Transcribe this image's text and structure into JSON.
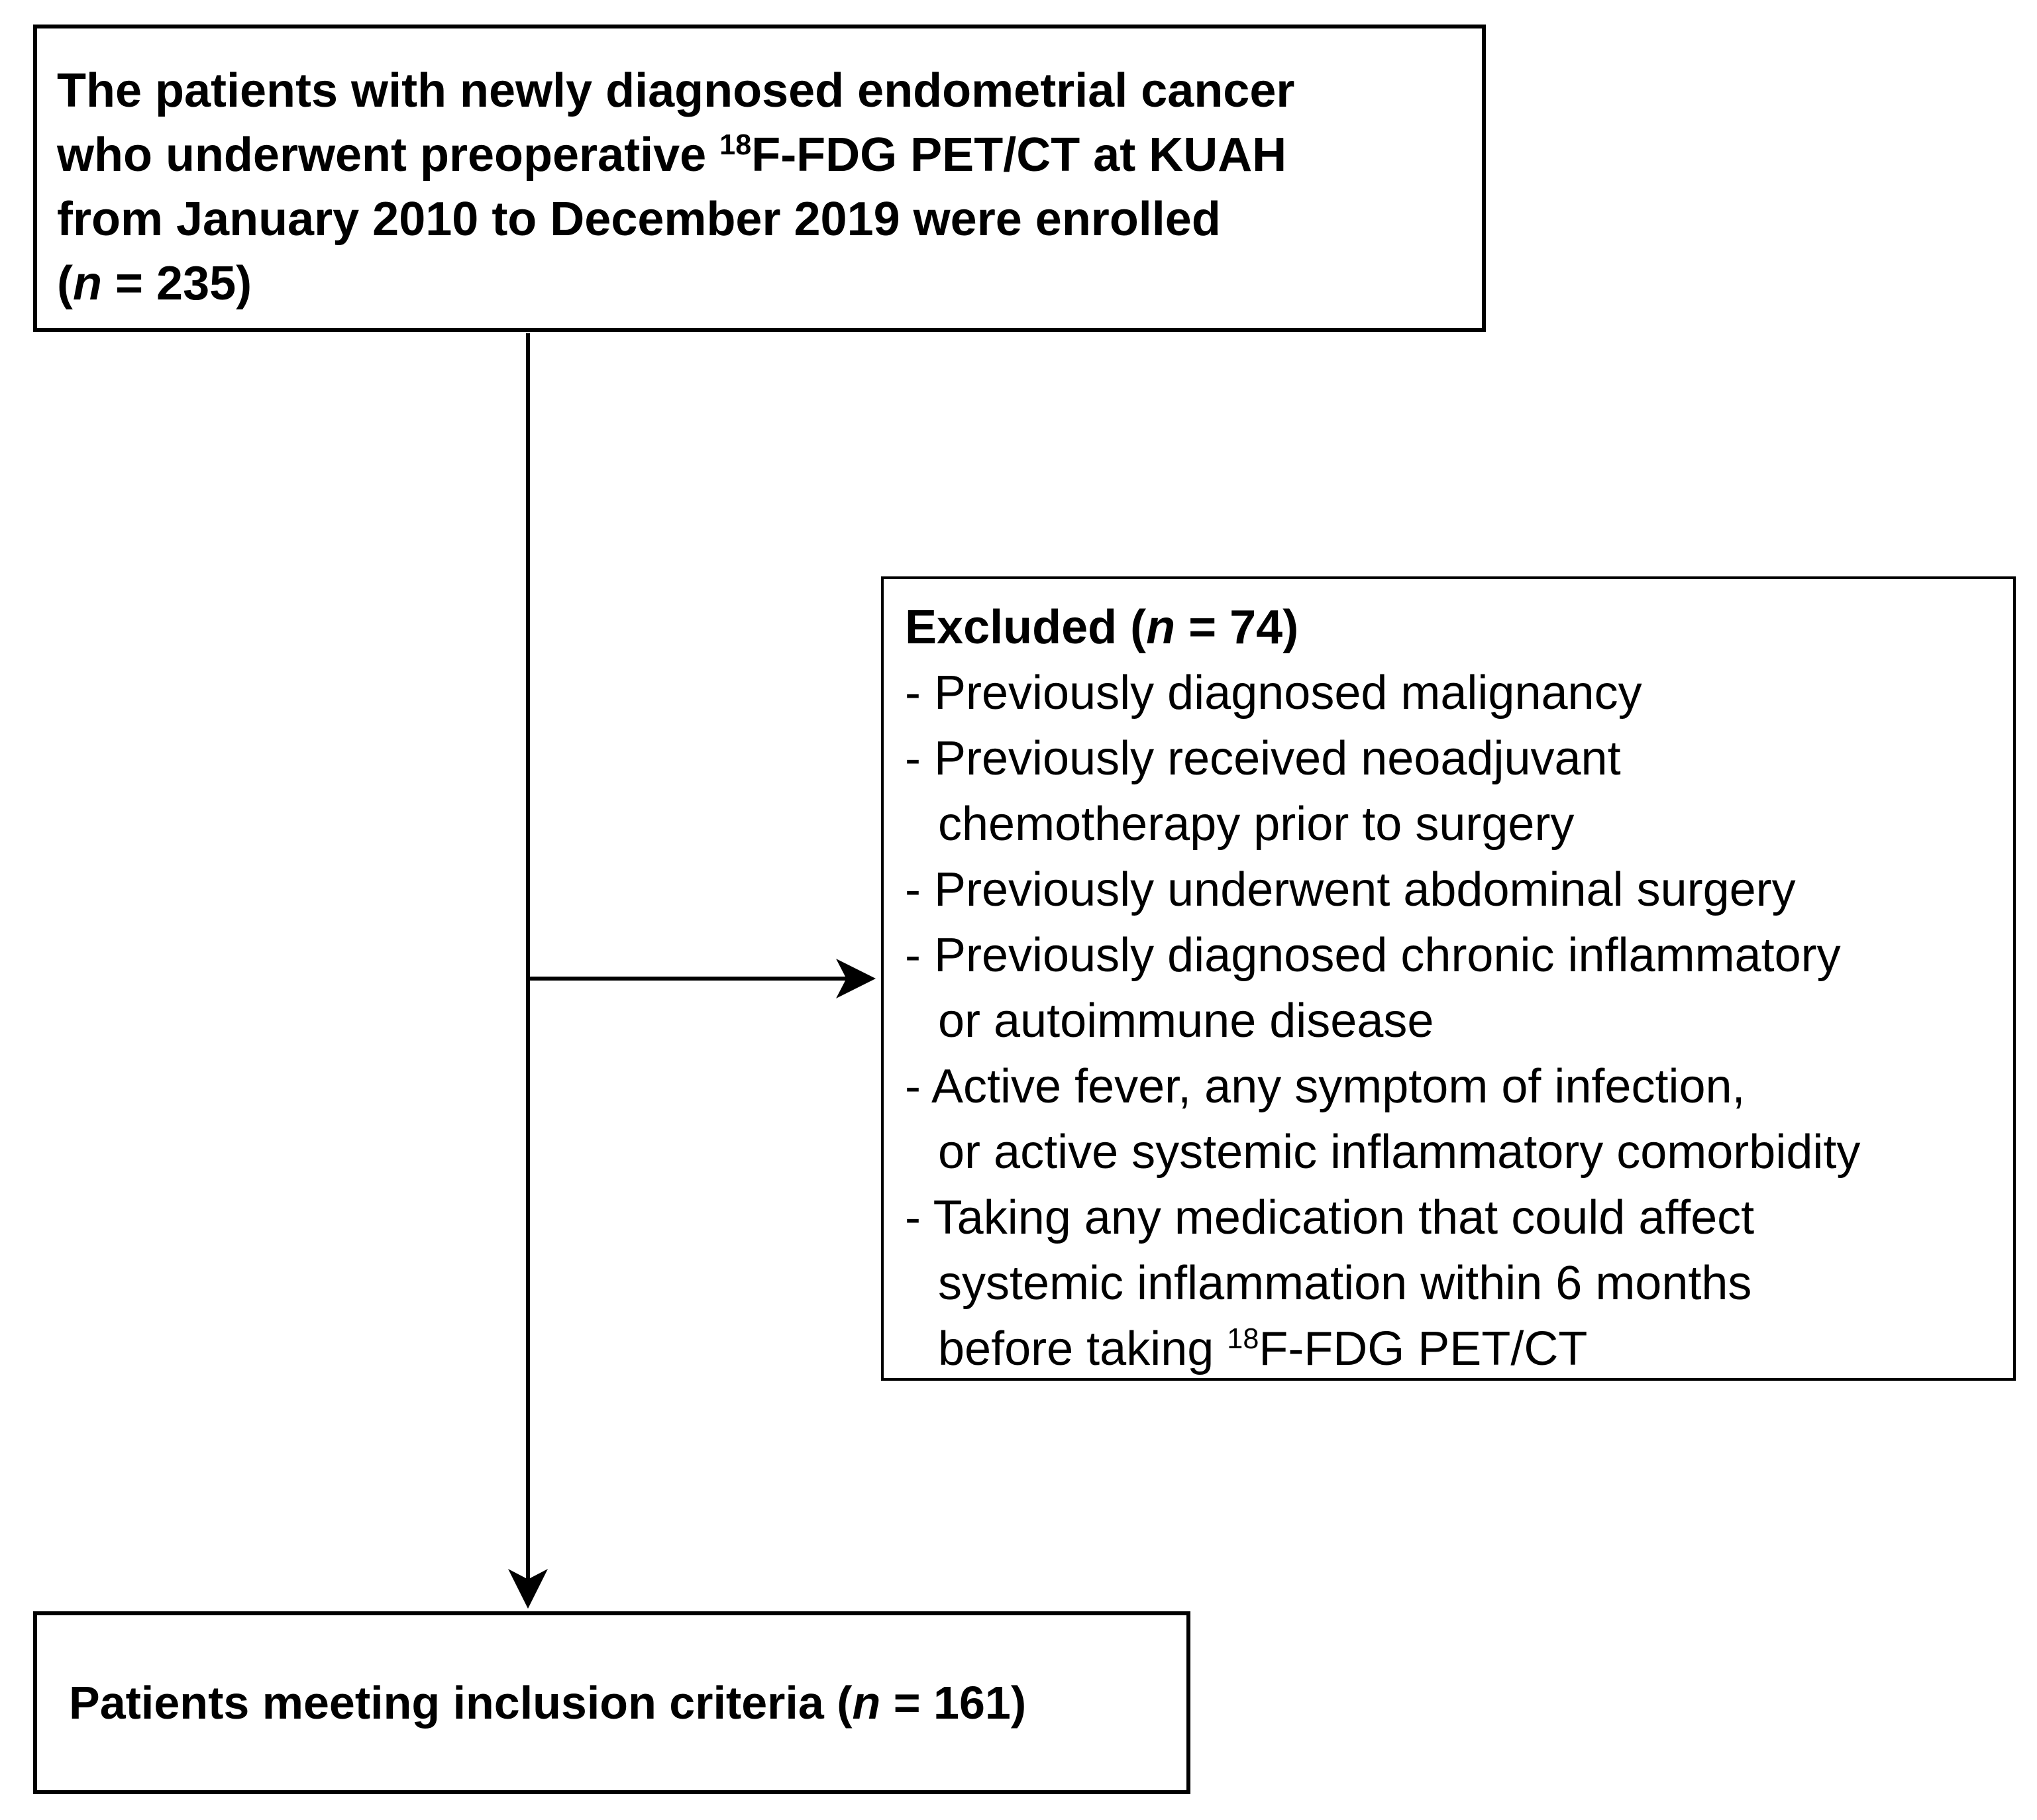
{
  "diagram": {
    "background": "#ffffff",
    "line_color": "#000000",
    "text_color": "#000000",
    "enrolled_box": {
      "lines": [
        {
          "segments": [
            {
              "t": "The patients with newly diagnosed endometrial cancer"
            }
          ]
        },
        {
          "segments": [
            {
              "t": "who underwent preoperative "
            },
            {
              "t": "18",
              "sup": true
            },
            {
              "t": "F-FDG PET/CT at KUAH"
            }
          ]
        },
        {
          "segments": [
            {
              "t": "from January 2010 to December 2019 were enrolled"
            }
          ]
        },
        {
          "segments": [
            {
              "t": "("
            },
            {
              "t": "n",
              "i": true
            },
            {
              "t": " = 235)"
            }
          ]
        }
      ]
    },
    "excluded_box": {
      "lines": [
        {
          "bold": true,
          "segments": [
            {
              "t": "Excluded ("
            },
            {
              "t": "n",
              "i": true
            },
            {
              "t": " = 74)"
            }
          ]
        },
        {
          "segments": [
            {
              "t": "- Previously diagnosed malignancy"
            }
          ]
        },
        {
          "segments": [
            {
              "t": "- Previously received neoadjuvant"
            }
          ]
        },
        {
          "indent": true,
          "segments": [
            {
              "t": "chemotherapy prior to surgery"
            }
          ]
        },
        {
          "segments": [
            {
              "t": "- Previously underwent abdominal surgery"
            }
          ]
        },
        {
          "segments": [
            {
              "t": "- Previously diagnosed chronic inflammatory"
            }
          ]
        },
        {
          "indent": true,
          "segments": [
            {
              "t": "or autoimmune disease"
            }
          ]
        },
        {
          "segments": [
            {
              "t": "- Active fever, any symptom of infection,"
            }
          ]
        },
        {
          "indent": true,
          "segments": [
            {
              "t": "or active systemic inflammatory comorbidity"
            }
          ]
        },
        {
          "segments": [
            {
              "t": "- Taking any medication that could affect"
            }
          ]
        },
        {
          "indent": true,
          "segments": [
            {
              "t": "systemic inflammation within 6 months"
            }
          ]
        },
        {
          "indent": true,
          "segments": [
            {
              "t": "before taking "
            },
            {
              "t": "18",
              "sup": true
            },
            {
              "t": "F-FDG PET/CT"
            }
          ]
        }
      ]
    },
    "included_box": {
      "lines": [
        {
          "segments": [
            {
              "t": "Patients meeting inclusion criteria ("
            },
            {
              "t": "n",
              "i": true
            },
            {
              "t": " = 161)"
            }
          ]
        }
      ]
    }
  }
}
